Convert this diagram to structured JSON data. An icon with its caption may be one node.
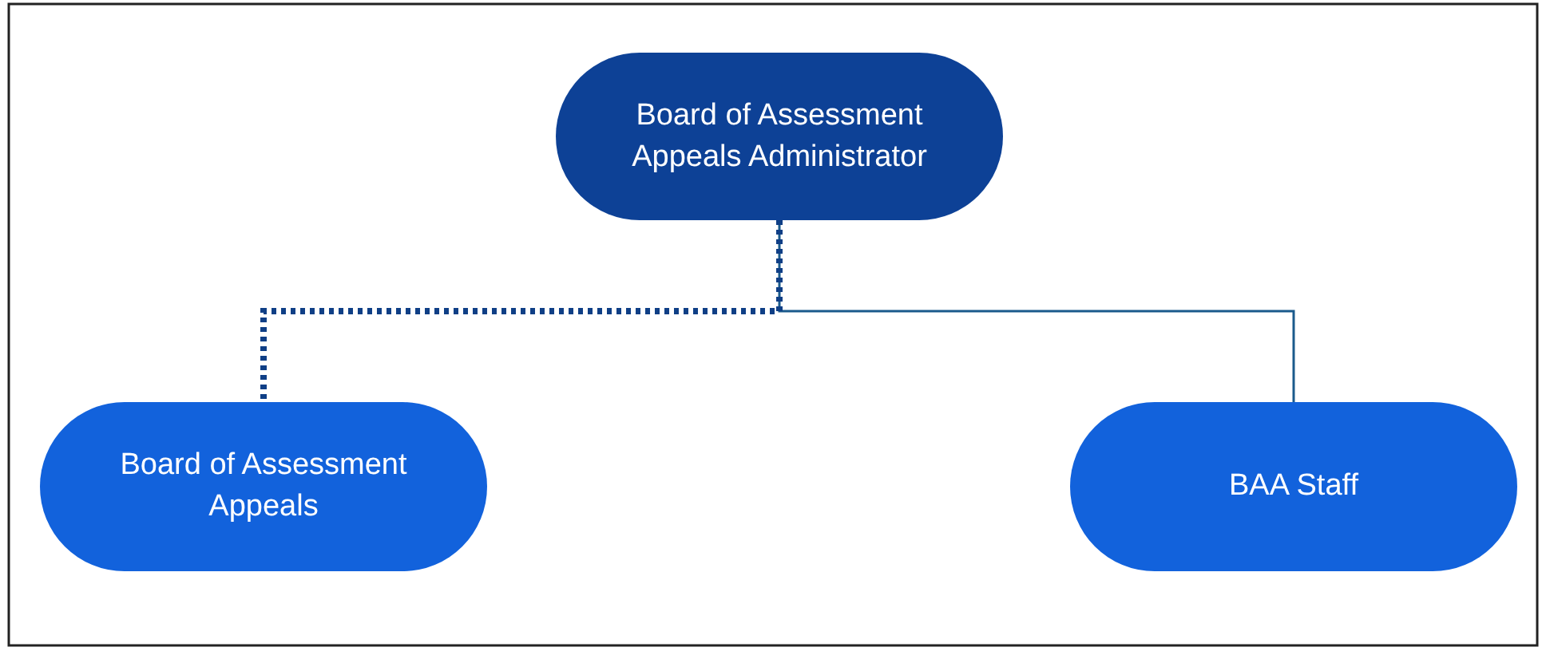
{
  "diagram": {
    "nodes": [
      {
        "text": [
          "Board of Assessment Appeals Administrator"
        ]
      },
      {
        "text": [
          "Board of Assessment Appeals"
        ]
      },
      {
        "text": [
          "BAA Staff"
        ]
      }
    ],
    "edges": [
      {
        "from": 0,
        "to": 1,
        "arrow": "none",
        "style": "dashed"
      },
      {
        "from": 0,
        "to": 2,
        "arrow": "none"
      }
    ]
  }
}
